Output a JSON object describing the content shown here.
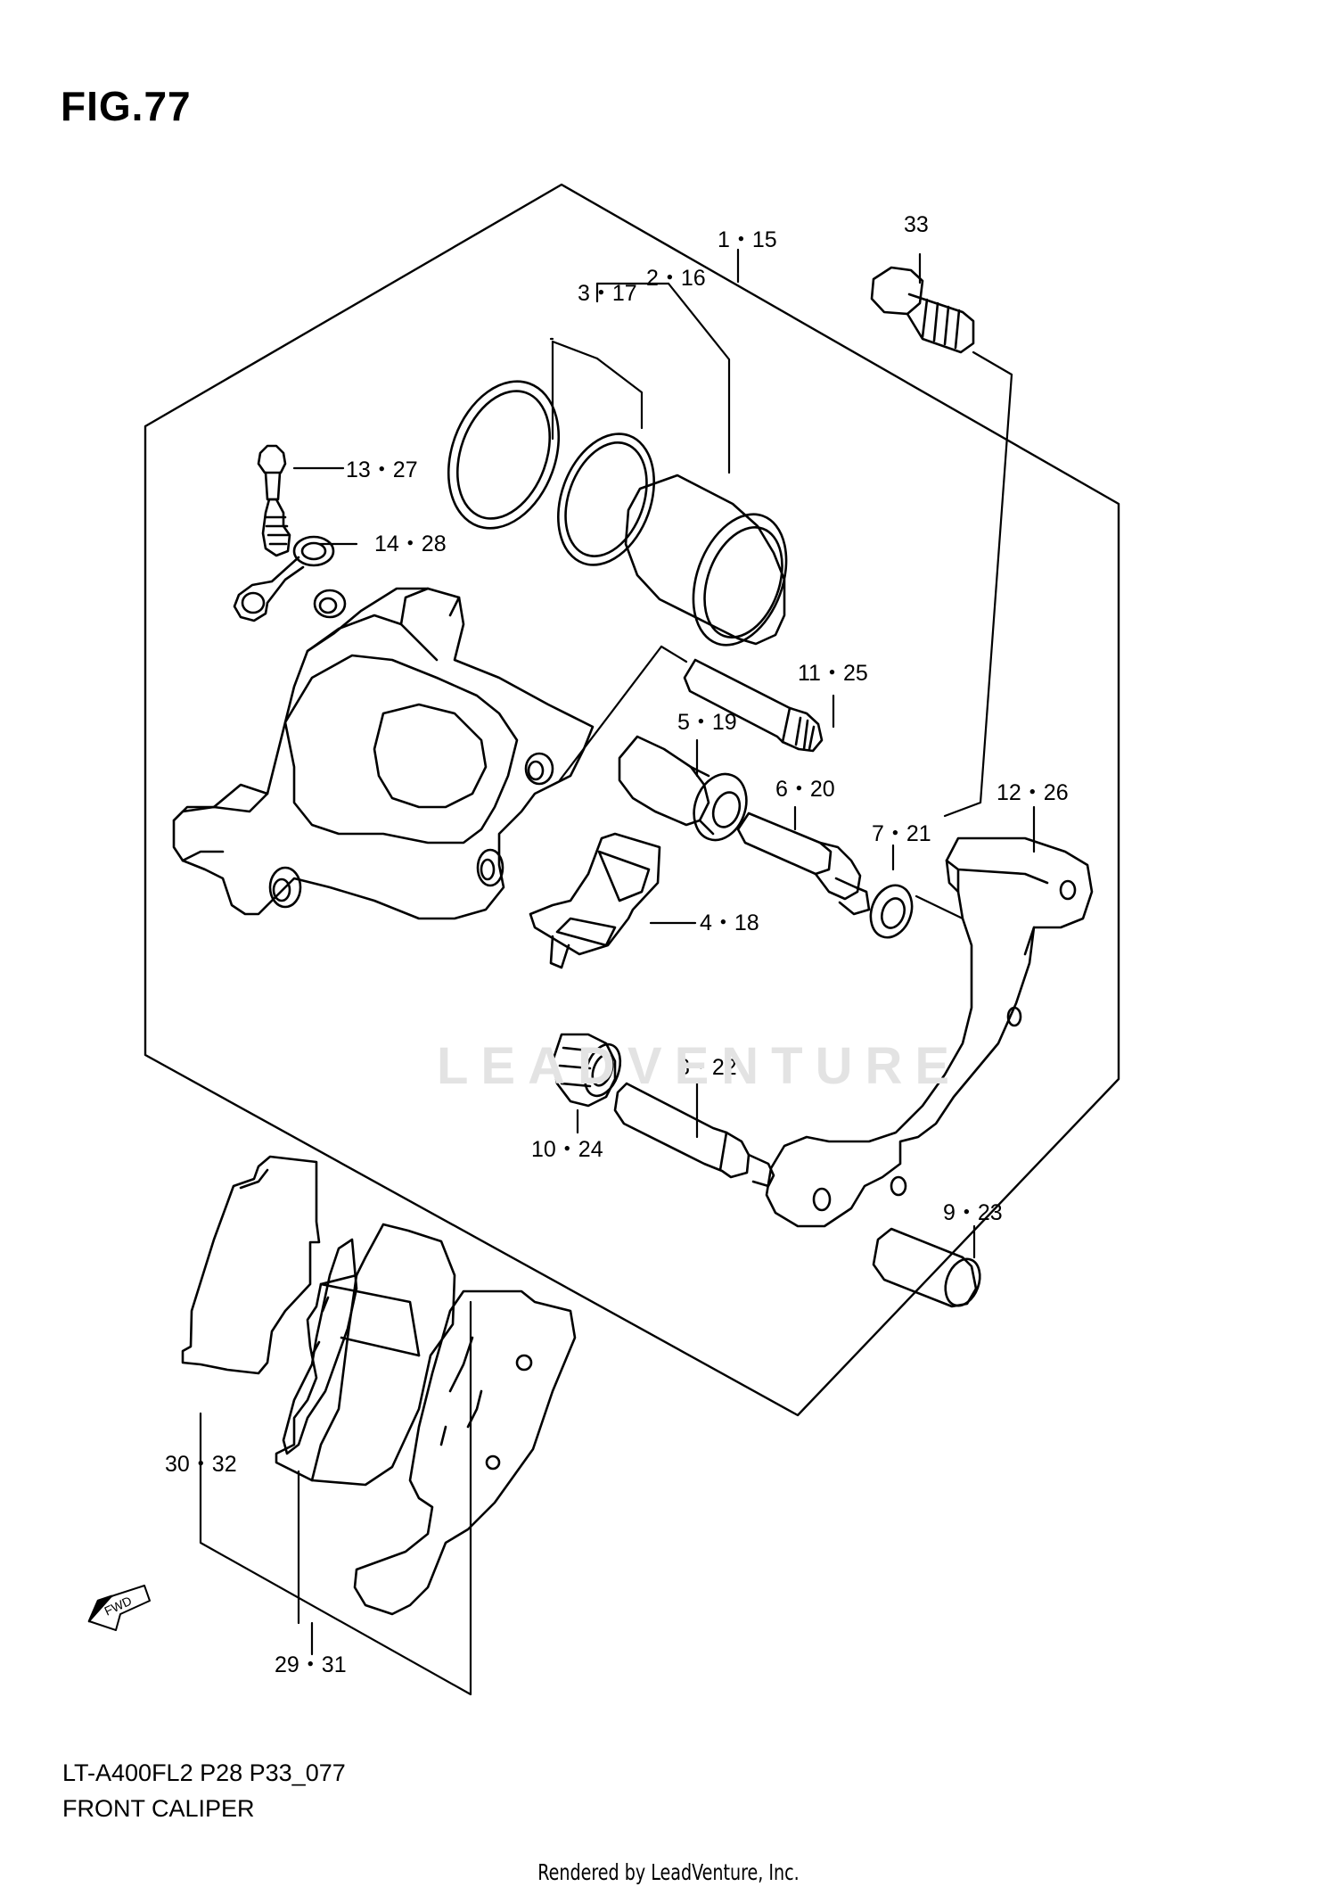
{
  "figure": {
    "title": "FIG.77",
    "model_code": "LT-A400FL2 P28 P33_077",
    "name": "FRONT CALIPER",
    "rendered_by": "Rendered by LeadVenture, Inc.",
    "watermark": "LEADVENTURE"
  },
  "callouts": {
    "p1_15": "1・15",
    "p2_16": "2・16",
    "p3_17": "3・17",
    "p4_18": "4・18",
    "p5_19": "5・19",
    "p6_20": "6・20",
    "p7_21": "7・21",
    "p8_22": "8・22",
    "p9_23": "9・23",
    "p10_24": "10・24",
    "p11_25": "11・25",
    "p12_26": "12・26",
    "p13_27": "13・27",
    "p14_28": "14・28",
    "p29_31": "29・31",
    "p30_32": "30・32",
    "p33": "33"
  },
  "fwd_arrow_label": "FWD"
}
